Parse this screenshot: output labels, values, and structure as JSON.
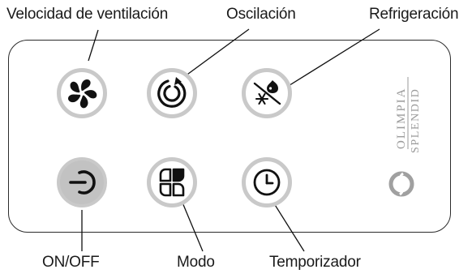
{
  "labels": {
    "fan_speed": "Velocidad de ventilación",
    "oscillation": "Oscilación",
    "cooling": "Refrigeración",
    "on_off": "ON/OFF",
    "mode": "Modo",
    "timer": "Temporizador"
  },
  "brand": {
    "line1": "OLIMPIA",
    "line2": "SPLENDID"
  },
  "icons": {
    "fan": "fan-icon",
    "oscillation": "oscillation-icon",
    "cooling": "cooling-off-icon",
    "power": "power-icon",
    "mode": "mode-icon",
    "timer": "clock-icon"
  },
  "colors": {
    "ring": "#c9c9c9",
    "power_fill": "#c2c2c2",
    "icon": "#111111",
    "brand": "#9a9a9a"
  }
}
